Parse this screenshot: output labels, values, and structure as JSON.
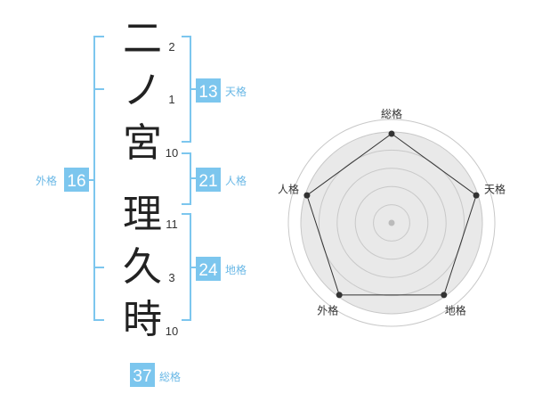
{
  "colors": {
    "bracket": "#7cc6ee",
    "badge_fill": "#7cc6ee",
    "badge_text": "#ffffff",
    "label_text": "#6ab8e6",
    "char_text": "#222222",
    "radar_bg": "#e9e9e9",
    "radar_ring": "#c8c8c8",
    "radar_line": "#333333",
    "radar_dot": "#333333",
    "radar_center": "#bbbbbb"
  },
  "name": {
    "characters": [
      {
        "char": "二",
        "strokes": "2"
      },
      {
        "char": "ノ",
        "strokes": "1"
      },
      {
        "char": "宮",
        "strokes": "10"
      },
      {
        "char": "理",
        "strokes": "11"
      },
      {
        "char": "久",
        "strokes": "3"
      },
      {
        "char": "時",
        "strokes": "10"
      }
    ]
  },
  "fortunes": {
    "tenkaku": {
      "value": "13",
      "label": "天格"
    },
    "jinkaku": {
      "value": "21",
      "label": "人格"
    },
    "chikaku": {
      "value": "24",
      "label": "地格"
    },
    "gaikaku": {
      "value": "16",
      "label": "外格"
    },
    "soukaku": {
      "value": "37",
      "label": "総格"
    }
  },
  "chart_data": {
    "type": "radar",
    "axes": [
      "総格",
      "天格",
      "地格",
      "外格",
      "人格"
    ],
    "values": [
      5,
      5,
      5,
      5,
      5
    ],
    "range": [
      0,
      5
    ],
    "rings": 5
  }
}
